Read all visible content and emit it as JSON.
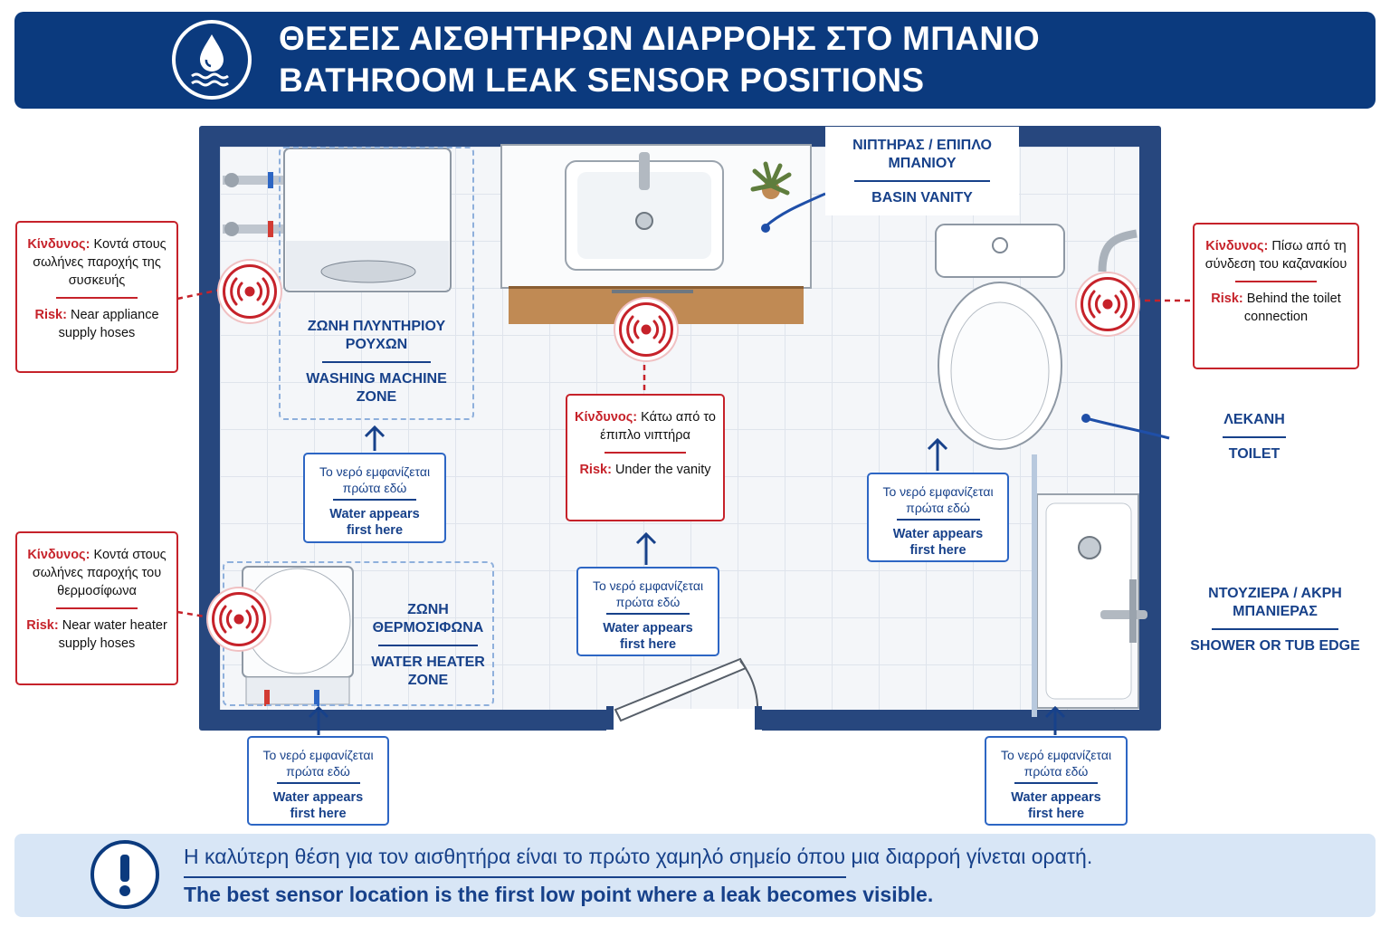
{
  "header": {
    "title_gr": "ΘΕΣΕΙΣ ΑΙΣΘΗΤΗΡΩΝ ΔΙΑΡΡΟΗΣ ΣΤΟ ΜΠΑΝΙΟ",
    "title_en": "BATHROOM LEAK SENSOR POSITIONS",
    "icon": "water-drop-icon"
  },
  "colors": {
    "navy": "#0b3a7e",
    "risk_red": "#c6222a",
    "label_blue": "#17418a",
    "footer_bg": "#d8e6f6"
  },
  "risks": {
    "washer": {
      "risk_word_gr": "Κίνδυνος:",
      "text_gr": "Κοντά στους σωλήνες παροχής της συσκευής",
      "risk_word_en": "Risk:",
      "text_en": "Near appliance supply hoses"
    },
    "heater": {
      "risk_word_gr": "Κίνδυνος:",
      "text_gr": "Κοντά στους σωλήνες παροχής του θερμοσίφωνα",
      "risk_word_en": "Risk:",
      "text_en": "Near water heater supply hoses"
    },
    "vanity": {
      "risk_word_gr": "Κίνδυνος:",
      "text_gr": "Κάτω από το έπιπλο νιπτήρα",
      "risk_word_en": "Risk:",
      "text_en": "Under the vanity"
    },
    "toilet": {
      "risk_word_gr": "Κίνδυνος:",
      "text_gr": "Πίσω από τη σύνδεση του καζανακίου",
      "risk_word_en": "Risk:",
      "text_en": "Behind the toilet connection"
    }
  },
  "water_appears": {
    "text_gr": "Το νερό εμφανίζεται πρώτα εδώ",
    "text_en": "Water appears first here"
  },
  "zones": {
    "washer_gr": "ΖΩΝΗ ΠΛΥΝΤΗΡΙΟΥ ΡΟΥΧΩΝ",
    "washer_en": "WASHING MACHINE ZONE",
    "heater_gr": "ΖΩΝΗ ΘΕΡΜΟΣΙΦΩΝΑ",
    "heater_en": "WATER HEATER ZONE",
    "vanity_gr": "ΝΙΠΤΗΡΑΣ / ΕΠΙΠΛΟ ΜΠΑΝΙΟΥ",
    "vanity_en": "BASIN VANITY",
    "toilet_gr": "ΛΕΚΑΝΗ",
    "toilet_en": "TOILET",
    "shower_gr": "ΝΤΟΥΖΙΕΡΑ / ΑΚΡΗ ΜΠΑΝΙΕΡΑΣ",
    "shower_en": "SHOWER OR TUB EDGE"
  },
  "footer": {
    "icon": "exclamation-icon",
    "text_gr": "Η καλύτερη θέση για τον αισθητήρα είναι το πρώτο χαμηλό σημείο όπου μια διαρροή γίνεται ορατή.",
    "text_en": "The best sensor location is the first low point where a leak becomes visible."
  }
}
